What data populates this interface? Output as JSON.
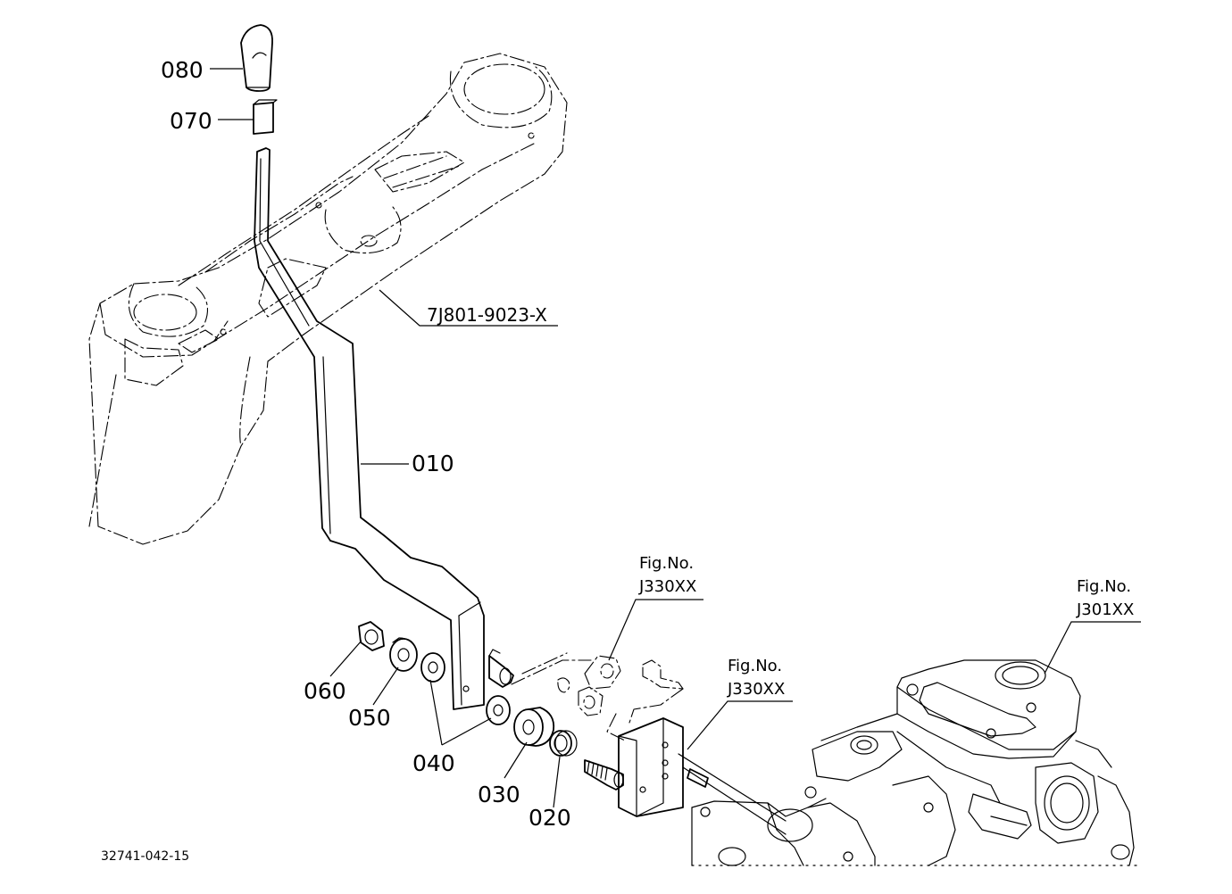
{
  "parts": {
    "p010": "010",
    "p020": "020",
    "p030": "030",
    "p040": "040",
    "p050": "050",
    "p060": "060",
    "p070": "070",
    "p080": "080"
  },
  "references": {
    "cover_part_no": "7J801-9023-X",
    "fig_a": {
      "label": "Fig.No.",
      "number": "J330XX"
    },
    "fig_b": {
      "label": "Fig.No.",
      "number": "J330XX"
    },
    "fig_c": {
      "label": "Fig.No.",
      "number": "J301XX"
    }
  },
  "drawing_number": "32741-042-15"
}
